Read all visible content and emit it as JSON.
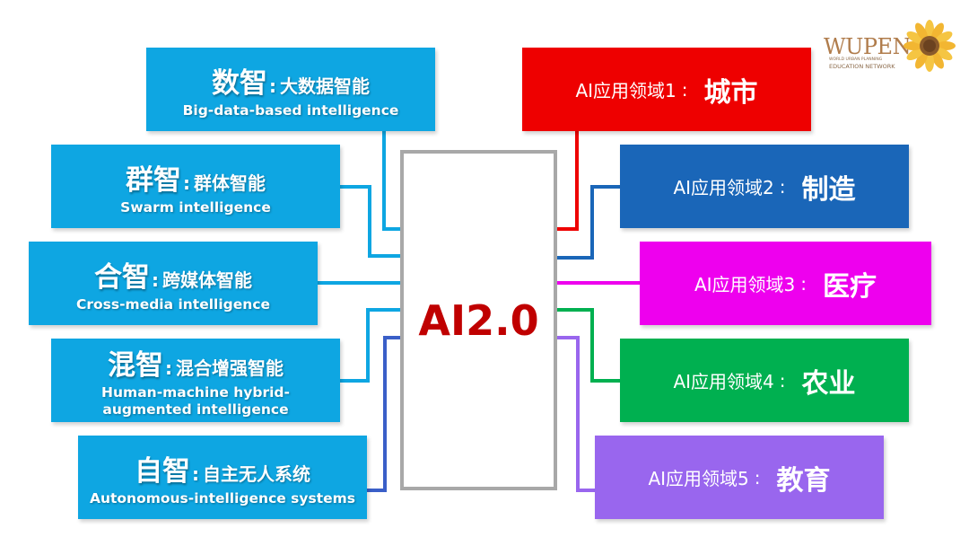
{
  "center": {
    "label": "AI2.0"
  },
  "logo": {
    "name": "WUPEN",
    "line1": "WORLD URBAN PLANNING",
    "line2": "EDUCATION NETWORK"
  },
  "left_items": [
    {
      "big": "数智",
      "colon": ":",
      "sub": "大数据智能",
      "en": "Big-data-based intelligence"
    },
    {
      "big": "群智",
      "colon": ":",
      "sub": "群体智能",
      "en": "Swarm intelligence"
    },
    {
      "big": "合智",
      "colon": ":",
      "sub": "跨媒体智能",
      "en": "Cross-media intelligence"
    },
    {
      "big": "混智",
      "colon": ":",
      "sub": "混合增强智能",
      "en": "Human-machine hybrid-augmented intelligence"
    },
    {
      "big": "自智",
      "colon": ":",
      "sub": "自主无人系统",
      "en": "Autonomous-intelligence systems"
    }
  ],
  "right_items": [
    {
      "label": "AI应用领域1",
      "colon": ":",
      "value": "城市",
      "color": "#ee0000"
    },
    {
      "label": "AI应用领域2",
      "colon": ":",
      "value": "制造",
      "color": "#1a66b8"
    },
    {
      "label": "AI应用领域3",
      "colon": ":",
      "value": "医疗",
      "color": "#ee00ee"
    },
    {
      "label": "AI应用领域4",
      "colon": ":",
      "value": "农业",
      "color": "#00b050"
    },
    {
      "label": "AI应用领域5",
      "colon": ":",
      "value": "教育",
      "color": "#9966ee"
    }
  ],
  "colors": {
    "left_box": "#0ea6e2",
    "center_border": "#a8a8a8",
    "center_text": "#c00000",
    "connector_left": [
      "#0ea6e2",
      "#0ea6e2",
      "#0ea6e2",
      "#0ea6e2",
      "#3a5fc8"
    ]
  }
}
